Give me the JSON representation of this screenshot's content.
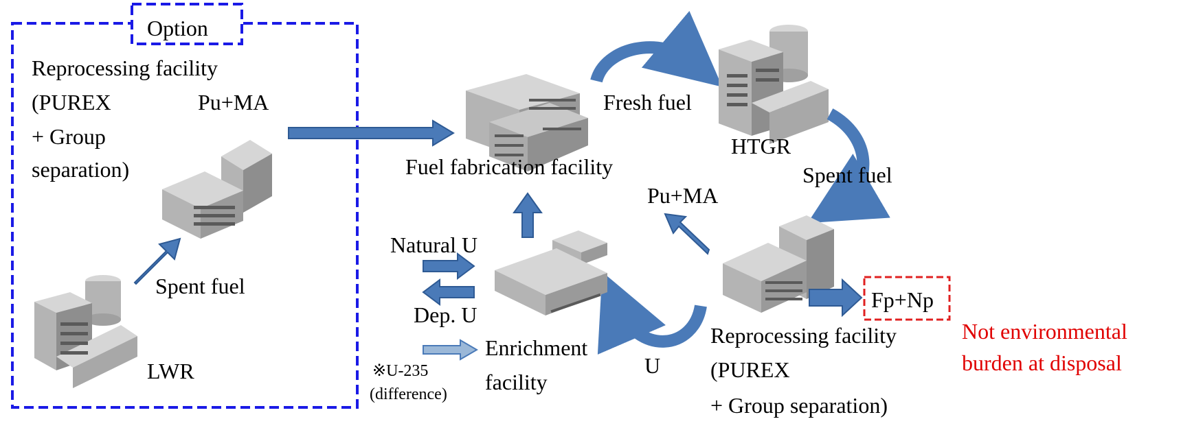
{
  "option_box": {
    "title": "Option"
  },
  "lwr_reprocessing": {
    "line1": "Reprocessing facility",
    "line2": "(PUREX",
    "line3": "+ Group",
    "line4": "separation)",
    "output": "Pu+MA"
  },
  "lwr": {
    "label": "LWR",
    "output": "Spent fuel"
  },
  "fuel_fabrication": {
    "label": "Fuel fabrication facility",
    "output": "Fresh fuel"
  },
  "htgr": {
    "label": "HTGR",
    "output": "Spent fuel"
  },
  "htgr_reprocessing": {
    "line1": "Reprocessing facility",
    "line2": "(PUREX",
    "line3": "+ Group separation)",
    "pu_output": "Pu+MA",
    "u_output": "U",
    "waste": "Fp+Np"
  },
  "note": {
    "line1": "Not environmental",
    "line2": "burden at disposal"
  },
  "enrichment": {
    "line1": "Enrichment",
    "line2": "facility",
    "natural_u": "Natural U",
    "dep_u": "Dep. U",
    "u235_line1": "※U-235",
    "u235_line2": "(difference)"
  },
  "colors": {
    "option_border": "#1a1ae6",
    "arrow_fill": "#4a7ab8",
    "arrow_stroke": "#2e5a94",
    "waste_border": "#e02020",
    "note_text": "#e00000",
    "building_light": "#d6d6d6",
    "building_mid": "#b4b4b4",
    "building_dark": "#8e8e8e"
  }
}
